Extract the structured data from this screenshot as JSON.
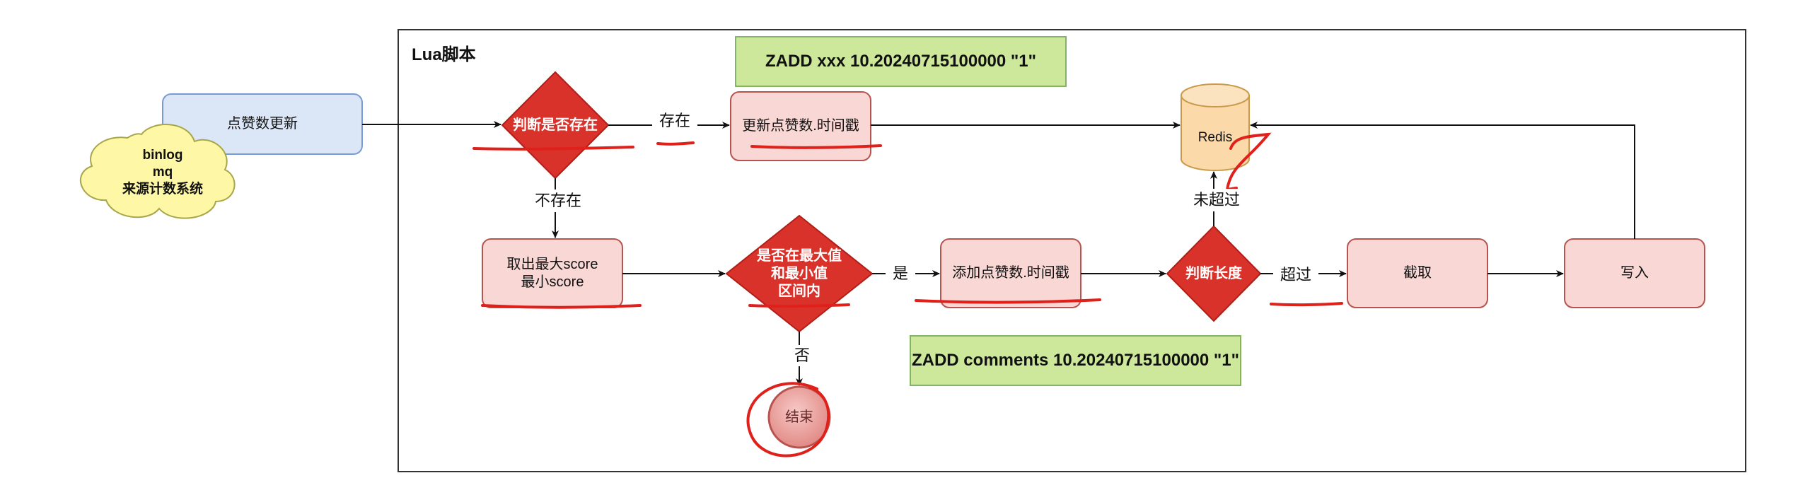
{
  "container": {
    "title": "Lua脚本"
  },
  "source_cloud": {
    "text": "binlog\nmq\n来源计数系统"
  },
  "nodes": {
    "update_count": "点赞数更新",
    "check_exists": "判断是否存在",
    "update_like_timestamp": "更新点赞数.时间戳",
    "redis": "Redis",
    "get_max_min_score": "取出最大score\n最小score",
    "check_range": "是否在最大值\n和最小值\n区间内",
    "add_like_timestamp": "添加点赞数.时间戳",
    "check_length": "判断长度",
    "truncate": "截取",
    "write": "写入",
    "end": "结束"
  },
  "edge_labels": {
    "exists": "存在",
    "not_exists": "不存在",
    "yes": "是",
    "no": "否",
    "exceeded": "超过",
    "not_exceeded": "未超过"
  },
  "notes": {
    "zadd_xxx": "ZADD xxx 10.20240715100000 \"1\"",
    "zadd_comments": "ZADD comments 10.20240715100000 \"1\""
  },
  "colors": {
    "process_fill": "#f8d7d4",
    "process_stroke": "#b85450",
    "decision_fill": "#d9322a",
    "source_fill": "#dbe6f7",
    "source_stroke": "#7a9bd1",
    "cloud_fill": "#fdf7a6",
    "note_fill": "#cde89a",
    "note_stroke": "#82b366",
    "redis_fill": "#fbd9a8",
    "redis_stroke": "#c99a4a",
    "annotation": "#e0201b"
  }
}
